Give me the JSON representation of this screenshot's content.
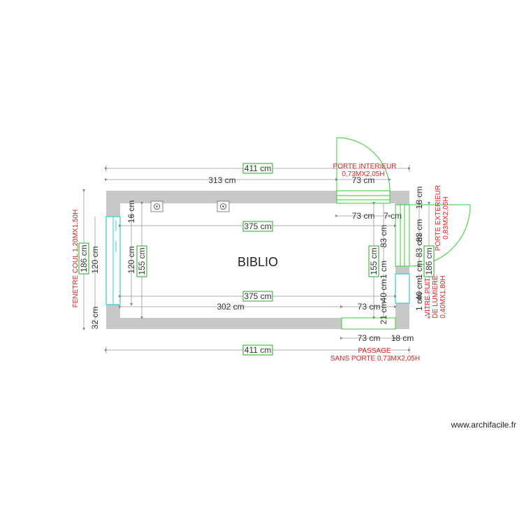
{
  "room_name": "BIBLIO",
  "watermark": "www.archifacile.fr",
  "dimensions": {
    "top_outer": "411 cm",
    "top_inner_left": "313 cm",
    "top_door": "73 cm",
    "top_inner_total": "375 cm",
    "bottom_inner_total": "375 cm",
    "bottom_inner_left": "302 cm",
    "bottom_passage": "73 cm",
    "bottom_outer": "411 cm",
    "below_passage": "73 cm",
    "below_right": "18 cm",
    "door_inner_lower": "73 cm",
    "door_gap": "7 cm",
    "right_top": "18 cm",
    "right_upper": "83 cm",
    "right_mid_a": "1 cm",
    "right_mid_b": "83 cm",
    "right_upper_inner": "83 cm",
    "right_total": "155 cm",
    "right_mid_inner": "1 cm",
    "right_lower_a": "40 cm",
    "right_lower_b": "40 cm",
    "right_lower_c": "1 cm",
    "right_bottom": "21 cm",
    "right_outer": "186 cm",
    "left_16": "16 cm",
    "left_120_inner": "120 cm",
    "left_155": "155 cm",
    "left_186": "186 cm",
    "left_120": "120 cm",
    "left_32": "32 cm"
  },
  "openings": {
    "porte_interieur": [
      "PORTE INTERIEUR",
      "0,73MX2,05H"
    ],
    "porte_exterieur": [
      "PORTE EXTERIEUR",
      "0,83MX2,05H"
    ],
    "passage": [
      "PASSAGE",
      "SANS PORTE 0,73MX2,05H"
    ],
    "fenetre": "FENETRE COUL 1,20MX1,50H",
    "vitre": [
      "VITRE PUIT",
      "DE LUMIERE",
      "0,40MX1,80H"
    ]
  },
  "icons": [
    "electrical-outlet-icon",
    "electrical-outlet-icon"
  ],
  "colors": {
    "wall": "#c8c8c8",
    "dimension_box": "#22aa22",
    "door": "#33cc33",
    "window": "#33cccc",
    "label": "#dd2222"
  }
}
